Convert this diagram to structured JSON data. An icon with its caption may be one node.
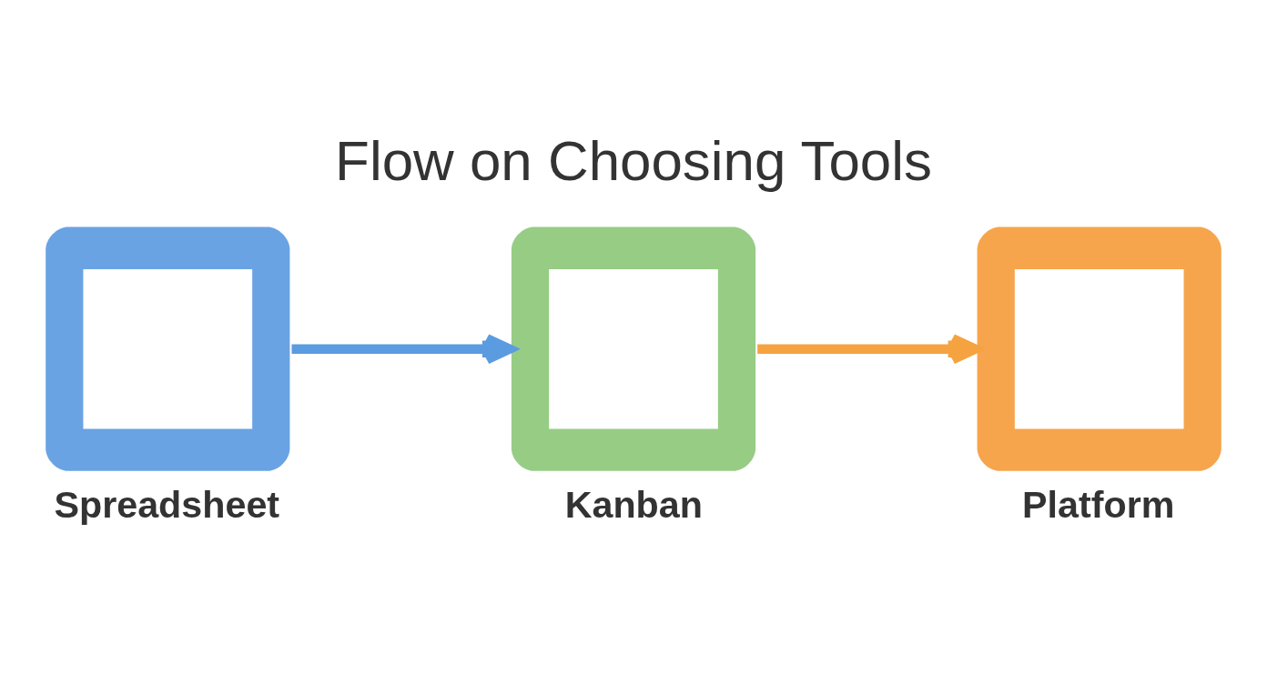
{
  "diagram": {
    "title": "Flow on Choosing Tools",
    "nodes": [
      {
        "text": [
          "Spreadsheet"
        ]
      },
      {
        "text": [
          "Kanban"
        ]
      },
      {
        "text": [
          "Platform"
        ]
      }
    ],
    "edges": [
      {
        "from": 0,
        "to": 1,
        "arrow": "to",
        "color": "#5b9be0"
      },
      {
        "from": 1,
        "to": 2,
        "arrow": "to",
        "color": "#f5a340"
      }
    ]
  }
}
